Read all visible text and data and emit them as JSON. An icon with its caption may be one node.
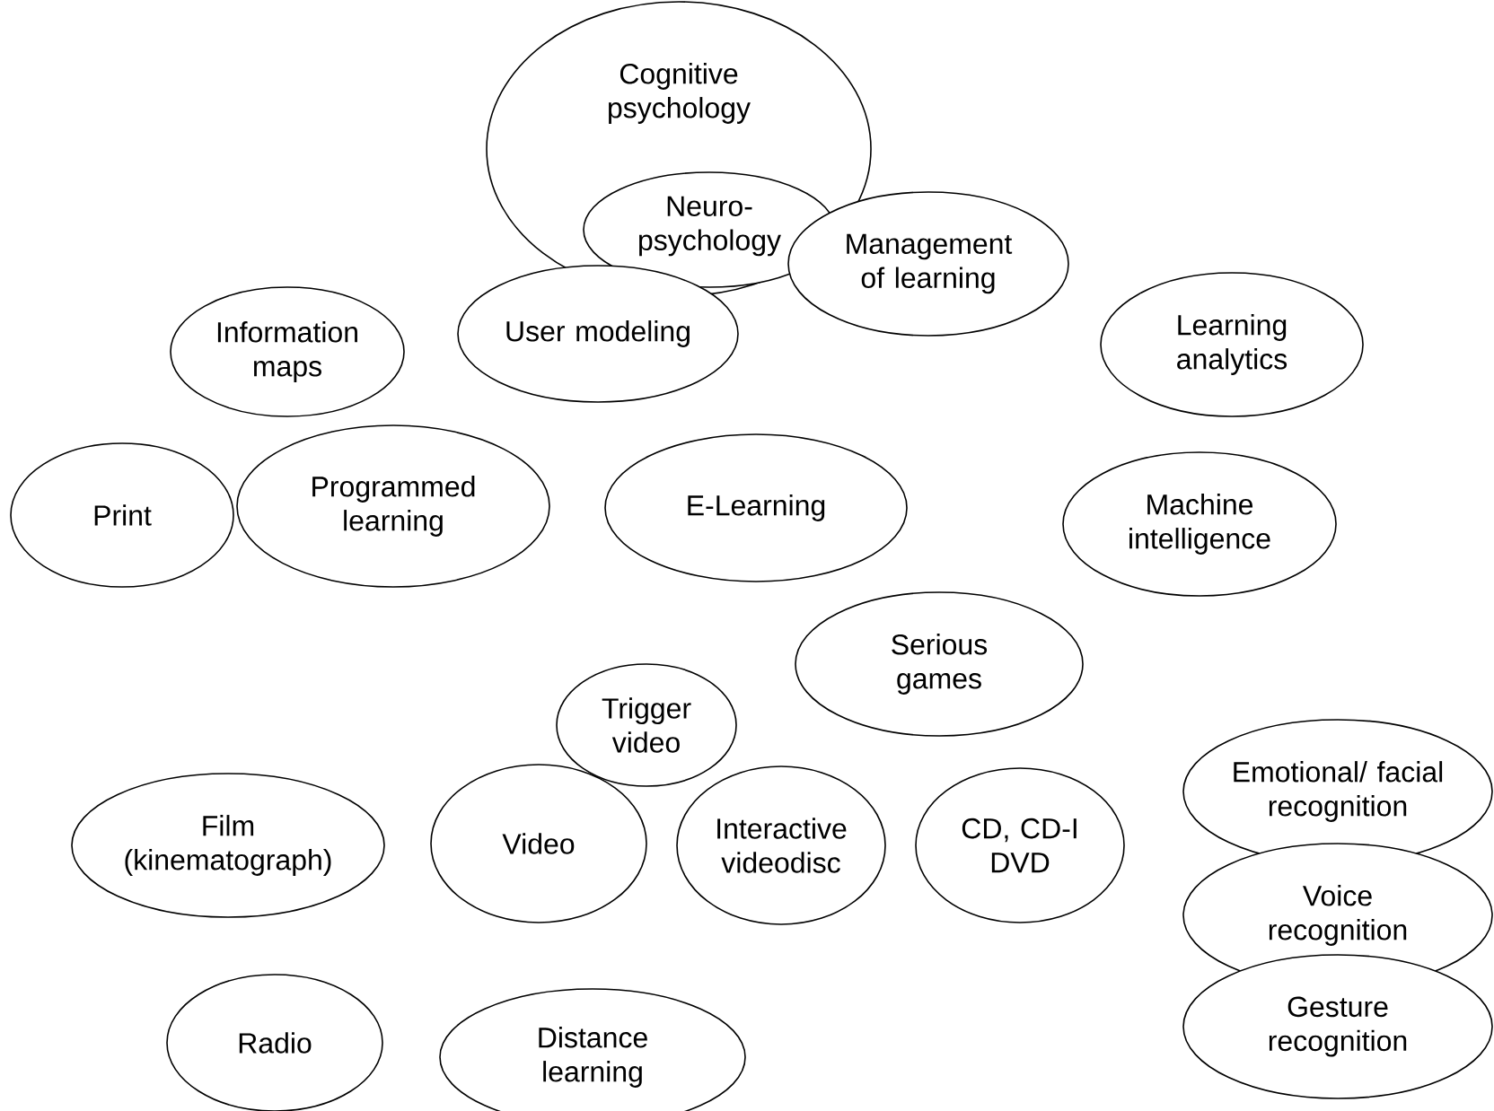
{
  "diagram": {
    "nodes": [
      {
        "text": [
          "Cognitive psychology"
        ]
      },
      {
        "text": [
          "Neuro-psychology"
        ],
        "in": 0
      },
      {
        "text": [
          "Information maps"
        ]
      },
      {
        "text": [
          "User modeling"
        ]
      },
      {
        "text": [
          "Management of learning"
        ]
      },
      {
        "text": [
          "Learning analytics"
        ]
      },
      {
        "text": [
          "Print"
        ]
      },
      {
        "text": [
          "Programmed learning"
        ]
      },
      {
        "text": [
          "E-Learning"
        ]
      },
      {
        "text": [
          "Machine intelligence"
        ]
      },
      {
        "text": [
          "Serious games"
        ]
      },
      {
        "text": [
          "Trigger video"
        ]
      },
      {
        "text": [
          "Film (kinematograph)"
        ]
      },
      {
        "text": [
          "Video"
        ]
      },
      {
        "text": [
          "Interactive videodisc"
        ]
      },
      {
        "text": [
          "CD, CD-I DVD"
        ]
      },
      {
        "text": [
          "Emotional/ facial recognition"
        ]
      },
      {
        "text": [
          "Voice recognition"
        ]
      },
      {
        "text": [
          "Gesture recognition"
        ]
      },
      {
        "text": [
          "Radio"
        ]
      },
      {
        "text": [
          "Distance learning"
        ]
      }
    ]
  }
}
